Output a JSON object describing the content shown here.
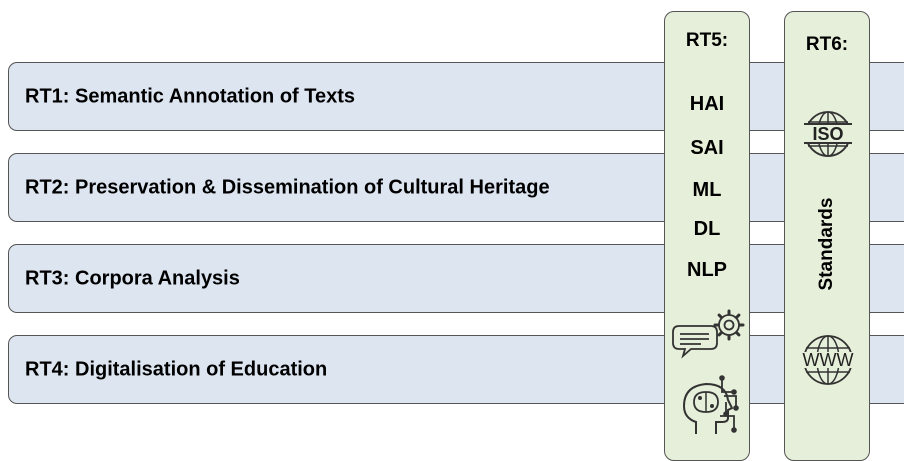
{
  "rows": [
    {
      "label": "RT1: Semantic Annotation of Texts"
    },
    {
      "label": "RT2: Preservation & Dissemination of Cultural Heritage"
    },
    {
      "label": "RT3: Corpora Analysis"
    },
    {
      "label": "RT4: Digitalisation of Education"
    }
  ],
  "rt5": {
    "title": "RT5:",
    "items": [
      "HAI",
      "SAI",
      "ML",
      "DL",
      "NLP"
    ],
    "icons": [
      "text-settings-icon",
      "ai-brain-icon"
    ]
  },
  "rt6": {
    "title": "RT6:",
    "label": "Standards",
    "iso_text": "ISO",
    "www_text": "WWW",
    "icons": [
      "iso-globe-icon",
      "www-globe-icon"
    ]
  },
  "colors": {
    "row_fill": "#dde5f1",
    "column_fill": "#e6efd9",
    "border": "#555555"
  }
}
